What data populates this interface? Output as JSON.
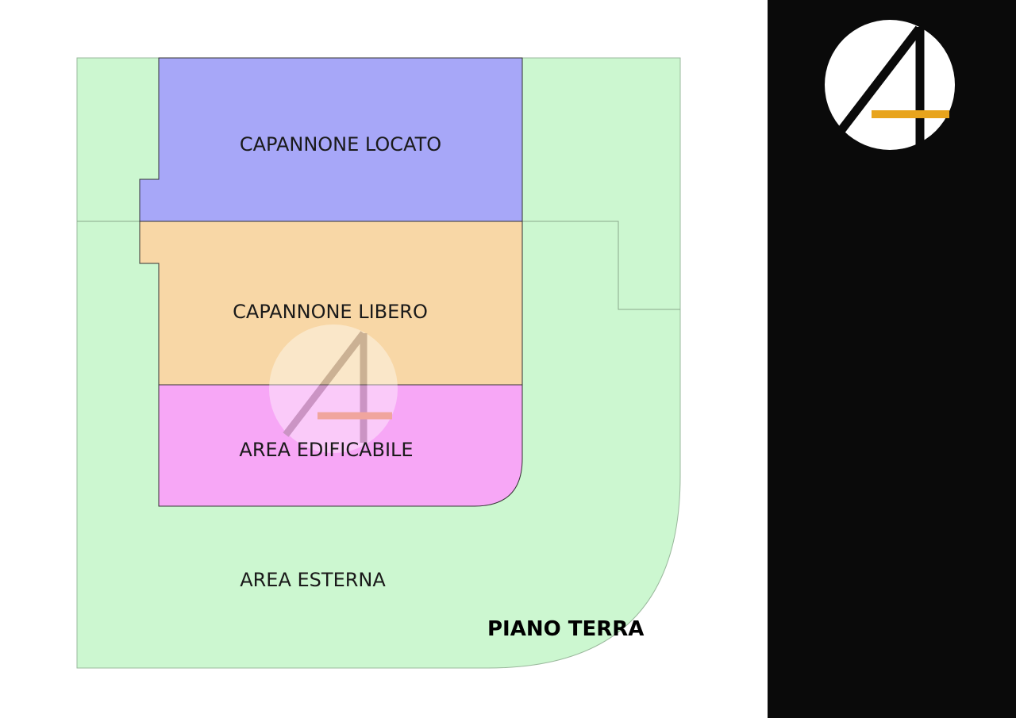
{
  "floor_title": "PIANO TERRA",
  "areas": {
    "capannone_locato": {
      "label": "CAPANNONE LOCATO",
      "color": "#a7a7f8"
    },
    "capannone_libero": {
      "label": "CAPANNONE LIBERO",
      "color": "#f8d7a6"
    },
    "area_edificabile": {
      "label": "AREA EDIFICABILE",
      "color": "#f7a7f6"
    },
    "area_esterna": {
      "label": "AREA ESTERNA",
      "color": "#ccf7d0"
    }
  },
  "colors": {
    "side_panel": "#0a0a0a",
    "logo_circle": "#ffffff",
    "logo_accent": "#e8a41c"
  },
  "icons": {
    "logo": "agency-logo-icon",
    "watermark": "agency-watermark-icon"
  }
}
